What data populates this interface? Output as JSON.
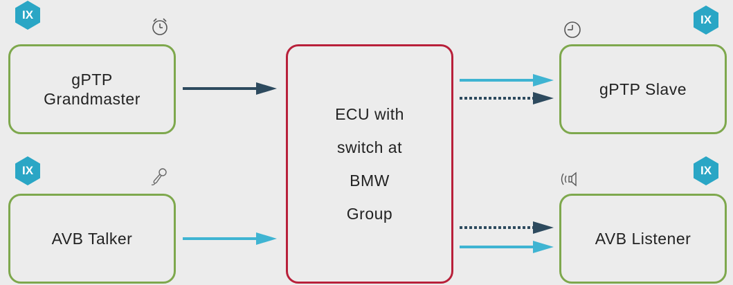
{
  "boxes": {
    "grandmaster": "gPTP\nGrandmaster",
    "talker": "AVB Talker",
    "slave": "gPTP Slave",
    "listener": "AVB Listener"
  },
  "ecu": {
    "lines": [
      "ECU with",
      "switch at",
      "BMW",
      "Group"
    ]
  },
  "badges": {
    "label": "IX"
  },
  "colors": {
    "box_border": "#7ea84d",
    "ecu_border": "#b8203a",
    "badge_fill": "#2aa6c5",
    "arrow_dark": "#2d4a5e",
    "arrow_light": "#3fb4d2"
  },
  "icons": [
    "alarm-clock-icon",
    "clock-icon",
    "microphone-icon",
    "speaker-icon"
  ]
}
